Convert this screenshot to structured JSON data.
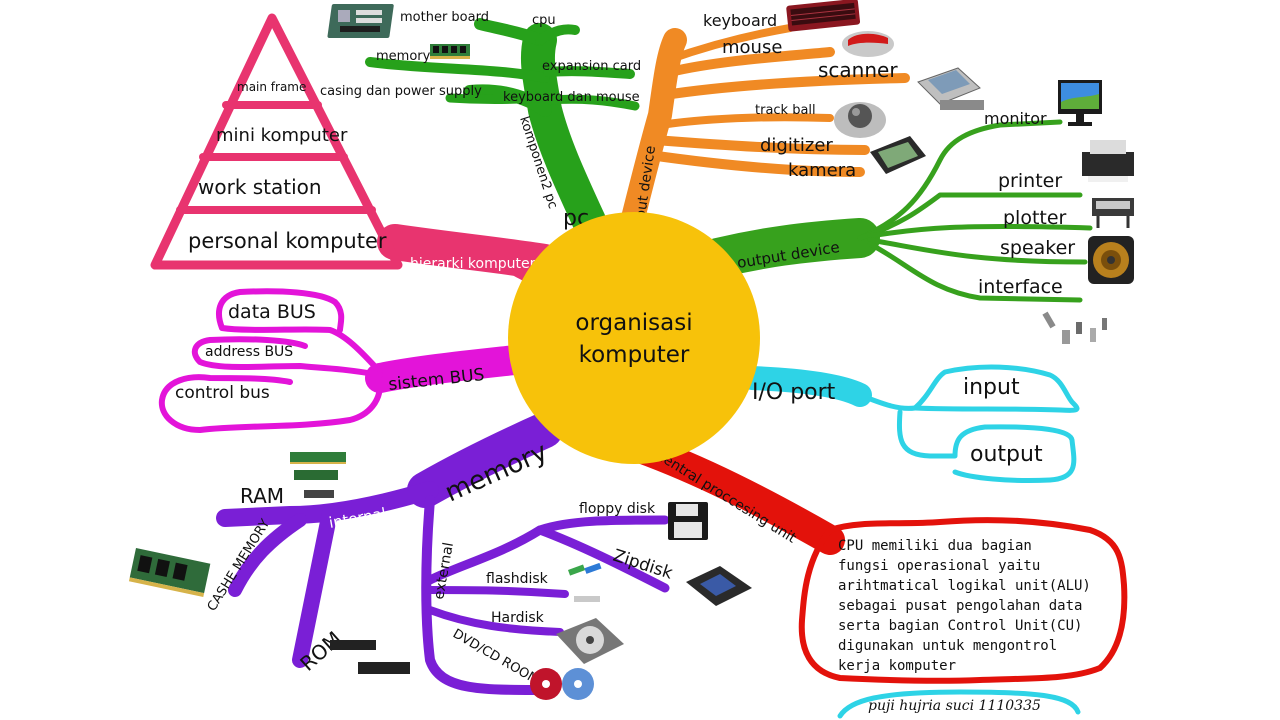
{
  "center": {
    "line1": "organisasi",
    "line2": "komputer"
  },
  "pc": {
    "label": "pc",
    "stem_label": "komponen2 pc",
    "items": [
      "mother board",
      "cpu",
      "memory",
      "expansion card",
      "casing dan power supply",
      "keyboard dan mouse"
    ]
  },
  "input_device": {
    "label": "input device",
    "items": [
      "keyboard",
      "mouse",
      "scanner",
      "track ball",
      "digitizer",
      "kamera"
    ]
  },
  "output_device": {
    "label": "output device",
    "items": [
      "monitor",
      "printer",
      "plotter",
      "speaker",
      "interface"
    ]
  },
  "io_port": {
    "label": "I/O port",
    "items": [
      "input",
      "output"
    ]
  },
  "cpu_branch": {
    "label": "central proccesing unit",
    "lines": [
      "CPU memiliki dua bagian",
      "fungsi operasional yaitu",
      "arihtmatical logikal unit(ALU)",
      "sebagai pusat pengolahan data",
      "serta bagian Control Unit(CU)",
      "digunakan untuk mengontrol",
      "kerja komputer"
    ]
  },
  "memory": {
    "label": "memory",
    "internal": {
      "label": "internal",
      "items": [
        "RAM",
        "CASHE MEMORY",
        "ROM"
      ]
    },
    "external": {
      "label": "external",
      "items": [
        "floppy disk",
        "Zipdisk",
        "flashdisk",
        "Hardisk",
        "DVD/CD ROOM"
      ]
    }
  },
  "sistem_bus": {
    "label": "sistem BUS",
    "items": [
      "data BUS",
      "address BUS",
      "control bus"
    ]
  },
  "hierarki": {
    "label": "hierarki komputer",
    "levels": [
      "main frame",
      "mini komputer",
      "work station",
      "personal komputer"
    ]
  },
  "signature": "puji hujria suci 1110335",
  "colors": {
    "center": "#f7c20a",
    "pc": "#27a11b",
    "input": "#f08a24",
    "output": "#37a11d",
    "io": "#2ed3e6",
    "cpu": "#e3120b",
    "memory": "#7a1fd6",
    "bus": "#e314d9",
    "hierarki": "#e8346f"
  },
  "icons": [
    "motherboard-icon",
    "memory-stick-icon",
    "keyboard-icon",
    "mouse-icon",
    "scanner-icon",
    "trackball-icon",
    "digitizer-icon",
    "monitor-icon",
    "printer-icon",
    "plotter-icon",
    "speaker-icon",
    "connector-icon",
    "floppy-disk-icon",
    "zipdisk-icon",
    "flashdisk-icon",
    "hard-disk-icon",
    "cd-dvd-icon",
    "ram-icon",
    "cache-memory-icon",
    "rom-chip-icon"
  ]
}
